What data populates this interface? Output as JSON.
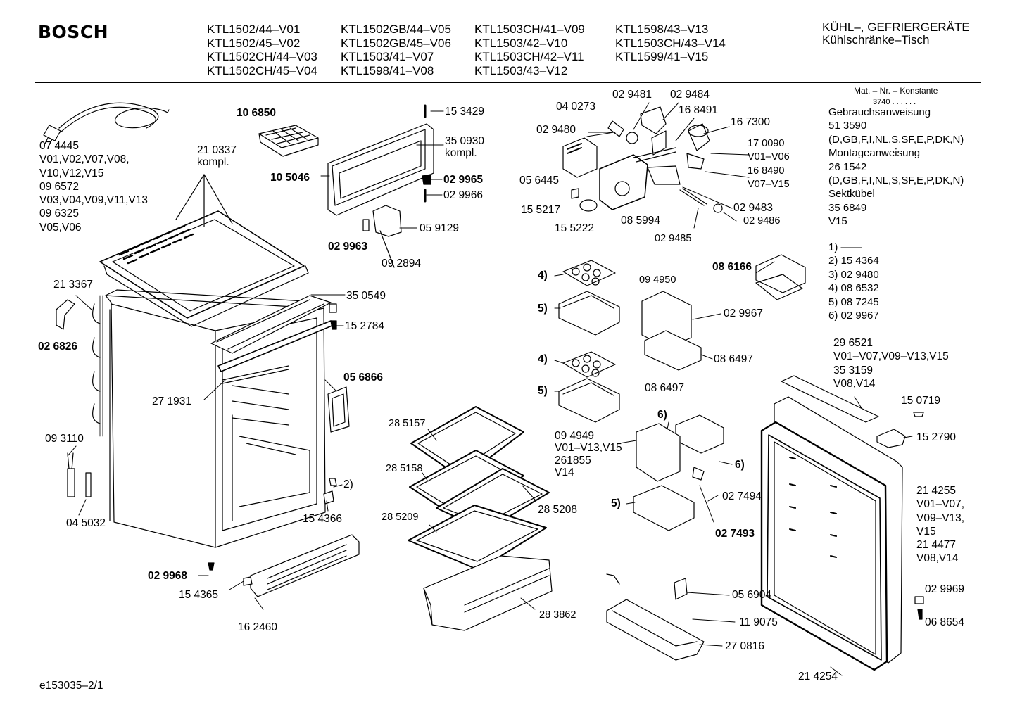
{
  "header": {
    "brand": "BOSCH",
    "models": [
      [
        "KTL1502/44–V01",
        "KTL1502/45–V02",
        "KTL1502CH/44–V03",
        "KTL1502CH/45–V04"
      ],
      [
        "KTL1502GB/44–V05",
        "KTL1502GB/45–V06",
        "KTL1503/41–V07",
        "KTL1598/41–V08"
      ],
      [
        "KTL1503CH/41–V09",
        "KTL1503/42–V10",
        "KTL1503CH/42–V11",
        "KTL1503/43–V12"
      ],
      [
        "KTL1598/43–V13",
        "KTL1503CH/43–V14",
        "KTL1599/41–V15"
      ]
    ],
    "category": "KÜHL–, GEFRIERGERÄTE",
    "subcategory": "Kühlschränke–Tisch"
  },
  "sidebar": {
    "title": "Mat. – Nr. – Konstante",
    "constant": "3740 . . . . . .",
    "entries": [
      "Gebrauchsanweisung",
      "51 3590",
      "(D,GB,F,I,NL,S,SF,E,P,DK,N)",
      "Montageanweisung",
      "26 1542",
      "(D,GB,F,I,NL,S,SF,E,P,DK,N)",
      "Sektkübel",
      "35 6849",
      "V15"
    ],
    "footnotes": [
      "1)  ——",
      "2)  15 4364",
      "3)  02 9480",
      "4)  08 6532",
      "5)  08 7245",
      "6)  02 9967"
    ]
  },
  "parts": {
    "cable": "07 4445\nV01,V02,V07,V08,\nV10,V12,V15\n09 6572\nV03,V04,V09,V11,V13\n09 6325\nV05,V06",
    "p210337": "21 0337\nkompl.",
    "p106850": "10 6850",
    "p153429": "15 3429",
    "p350930": "35 0930\nkompl.",
    "p105046": "10 5046",
    "p029965": "02 9965",
    "p029966": "02 9966",
    "p059129": "05 9129",
    "p029963": "02 9963",
    "p092894": "09 2894",
    "p040273": "04 0273",
    "p029481": "02 9481",
    "p029484": "02 9484",
    "p168491": "16 8491",
    "p167300": "16 7300",
    "p029480": "02 9480",
    "p170090": "17 0090\nV01–V06",
    "p168490": "16 8490\nV07–V15",
    "p056445": "05 6445",
    "p155217": "15 5217",
    "p155222": "15 5222",
    "p085994": "08 5994",
    "p029483": "02 9483",
    "p029486": "02 9486",
    "p029485": "02 9485",
    "p213367": "21 3367",
    "p350549": "35 0549",
    "p152784": "15 2784",
    "p026826": "02 6826",
    "p271931": "27 1931",
    "p056866": "05 6866",
    "p093110": "09 3110",
    "p045032": "04 5032",
    "p2": "2)",
    "p154366": "15 4366",
    "p029968": "02 9968",
    "p154365": "15 4365",
    "p162460": "16 2460",
    "p4a": "4)",
    "p5a": "5)",
    "p4b": "4)",
    "p5b": "5)",
    "p094950": "09 4950",
    "p086166": "08 6166",
    "p029967": "02 9967",
    "p086497a": "08 6497",
    "p086497b": "08 6497",
    "p285157": "28 5157",
    "p285158": "28 5158",
    "p285209": "28 5209",
    "p285208": "28 5208",
    "p094949": "09 4949\nV01–V13,V15\n261855\nV14",
    "p6a": "6)",
    "p6b": "6)",
    "p027494": "02 7494",
    "p5c": "5)",
    "p027493": "02 7493",
    "p283862": "28 3862",
    "p056904": "05 6904",
    "p119075": "11 9075",
    "p270816": "27 0816",
    "p296521": "29 6521\nV01–V07,V09–V13,V15\n35 3159\nV08,V14",
    "p150719": "15 0719",
    "p152790": "15 2790",
    "p214255": "21 4255\nV01–V07,\nV09–V13,\nV15\n21 4477\nV08,V14",
    "p029969": "02 9969",
    "p068654": "06 8654",
    "p214254": "21 4254"
  },
  "footer": {
    "code": "e153035–2/1"
  }
}
